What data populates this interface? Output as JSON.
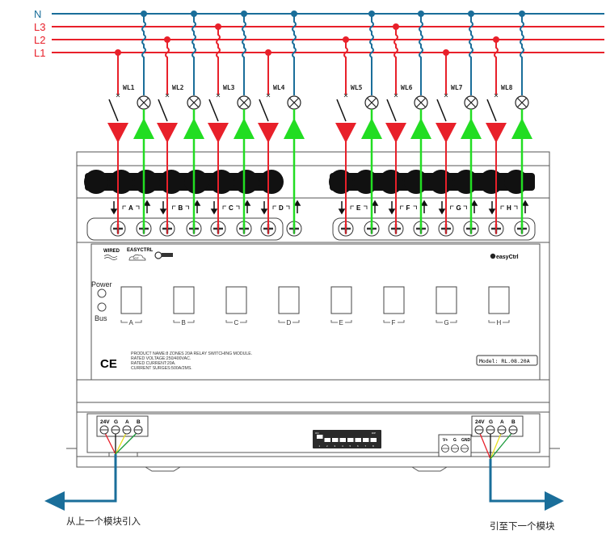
{
  "buses": [
    {
      "label": "N",
      "color": "#1a6e9a"
    },
    {
      "label": "L3",
      "color": "#e8202a"
    },
    {
      "label": "L2",
      "color": "#e8202a"
    },
    {
      "label": "L1",
      "color": "#e8202a"
    }
  ],
  "channels": [
    {
      "zone": "A",
      "load": "WL1",
      "phase": "L1"
    },
    {
      "zone": "B",
      "load": "WL2",
      "phase": "L2"
    },
    {
      "zone": "C",
      "load": "WL3",
      "phase": "L3"
    },
    {
      "zone": "D",
      "load": "WL4",
      "phase": "L1"
    },
    {
      "zone": "E",
      "load": "WL5",
      "phase": "L2"
    },
    {
      "zone": "F",
      "load": "WL6",
      "phase": "L3"
    },
    {
      "zone": "G",
      "load": "WL7",
      "phase": "L1"
    },
    {
      "zone": "H",
      "load": "WL8",
      "phase": "L2"
    }
  ],
  "colors": {
    "neutral": "#1a6e9a",
    "phase": "#e8202a",
    "load_return": "#22dd22",
    "bus_out": "#1a6e9a"
  },
  "panel": {
    "logo_wired": "WIRED",
    "logo_easyctrl": "EASYCTRL",
    "logo_iot": "IOT",
    "logo_brand": "easyCtrl",
    "power_label": "Power",
    "bus_label": "Bus",
    "ce_mark": "CE",
    "product_lines": [
      "PRODUCT NAME:8 ZONES 20A RELAY SWITCHING MODULE.",
      "RATED VOLTAGE:250/400VAC.",
      "RATED CURRENT:20A.",
      "CURRENT SURGES:500A/2MS."
    ],
    "model": "Model: RL.08.20A"
  },
  "bus_terminals": {
    "labels": [
      "24V",
      "G",
      "A",
      "B"
    ],
    "aux_labels": [
      "V+",
      "G",
      "GND"
    ],
    "wire_colors": [
      "#e8202a",
      "#111111",
      "#e8e020",
      "#1a9a3a"
    ]
  },
  "dip_switch": {
    "on_label": "ON",
    "dip_label": "DIP",
    "positions": [
      "1",
      "2",
      "3",
      "4",
      "5",
      "6",
      "7",
      "8"
    ]
  },
  "annotations": {
    "from_previous": "从上一个模块引入",
    "to_next": "引至下一个模块"
  }
}
